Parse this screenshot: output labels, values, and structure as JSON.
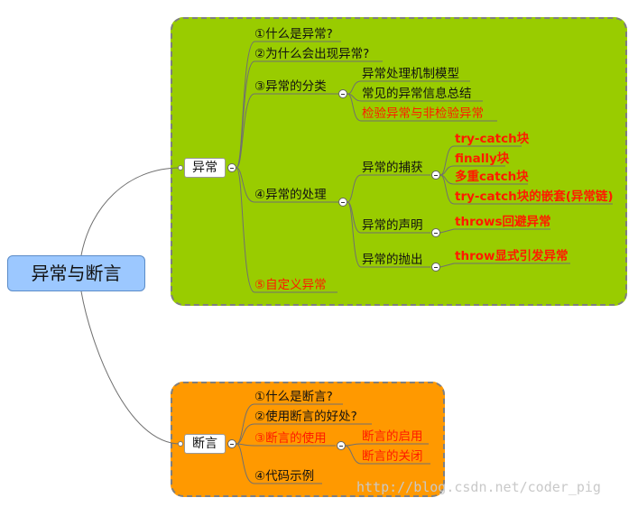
{
  "root": "异常与断言",
  "exception": {
    "label": "异常",
    "items": {
      "what": "①什么是异常?",
      "why": "②为什么会出现异常?",
      "classify": {
        "label": "③异常的分类",
        "children": [
          "异常处理机制模型",
          "常见的异常信息总结",
          "检验异常与非检验异常"
        ]
      },
      "handle": {
        "label": "④异常的处理",
        "catch": {
          "label": "异常的捕获",
          "children": [
            "try-catch块",
            "finally块",
            "多重catch块",
            "try-catch块的嵌套(异常链)"
          ]
        },
        "declare": {
          "label": "异常的声明",
          "children": [
            "throws回避异常"
          ]
        },
        "throw": {
          "label": "异常的抛出",
          "children": [
            "throw显式引发异常"
          ]
        }
      },
      "custom": "⑤自定义异常"
    }
  },
  "assertion": {
    "label": "断言",
    "items": {
      "what": "①什么是断言?",
      "benefit": "②使用断言的好处?",
      "usage": {
        "label": "③断言的使用",
        "children": [
          "断言的启用",
          "断言的关闭"
        ]
      },
      "example": "④代码示例"
    }
  },
  "watermark": "http://blog.csdn.net/coder_pig",
  "colors": {
    "exception_panel": "#99cc00",
    "assertion_panel": "#ff9900",
    "root_fill": "#9cc8ff",
    "highlight_text": "#ff1a00"
  }
}
